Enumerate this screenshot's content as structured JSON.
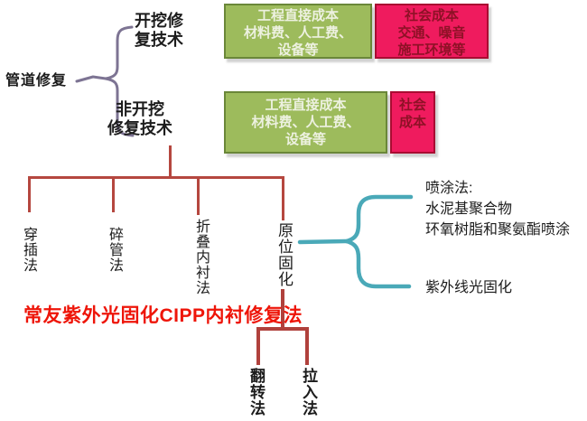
{
  "diagram": {
    "root_label": "管道修复",
    "branch_open": {
      "line1": "开挖修",
      "line2": "复技术"
    },
    "branch_trenchless": {
      "line1": "非开挖",
      "line2": "修复技术"
    },
    "cost_box_open_direct": {
      "lines": [
        "工程直接成本",
        "材料费、人工费、",
        "设备等"
      ]
    },
    "cost_box_open_social": {
      "lines": [
        "社会成本",
        "交通、噪音",
        "施工环境等"
      ]
    },
    "cost_box_trenchless_direct": {
      "lines": [
        "工程直接成本",
        "材料费、人工费、",
        "设备等"
      ]
    },
    "cost_box_trenchless_social": {
      "lines": [
        "社会",
        "成本"
      ]
    },
    "methods": [
      "穿插法",
      "碎管法",
      "折叠内衬法",
      "原位固化"
    ],
    "cipp_highlight": "常友紫外光固化CIPP内衬修复法",
    "spray_group": {
      "lines": [
        "喷涂法:",
        "水泥基聚合物",
        "环氧树脂和聚氨酯喷涂"
      ]
    },
    "uv_cure": "紫外线光固化",
    "cipp_children": [
      "翻转法",
      "拉入法"
    ]
  },
  "colors": {
    "green_box_fill": "#9dbb5c",
    "green_box_border": "#6a8739",
    "pink_box_fill": "#ef1b5e",
    "pink_box_border": "#a90c32",
    "green_box_text": "#edf1e0",
    "pink_box_text": "#8e1126",
    "tree_line": "#b5473f",
    "left_brace": "#7d7493",
    "right_brace": "#4aa9b8",
    "highlight_text": "#ee1509"
  }
}
